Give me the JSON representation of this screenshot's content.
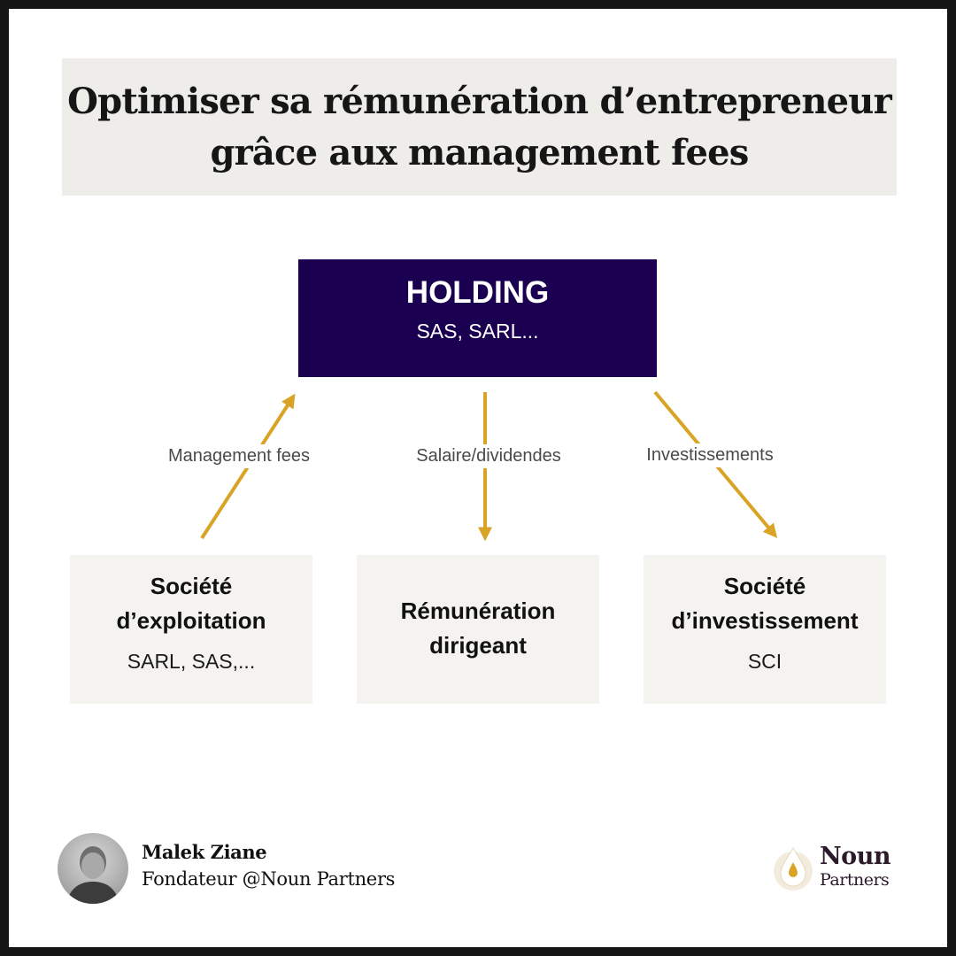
{
  "title": {
    "line1": "Optimiser sa rémunération d’entrepreneur",
    "line2": "grâce aux management fees"
  },
  "holding": {
    "title": "HOLDING",
    "subtitle": "SAS, SARL..."
  },
  "flows": [
    {
      "label": "Management fees",
      "direction": "up"
    },
    {
      "label": "Salaire/dividendes",
      "direction": "down"
    },
    {
      "label": "Investissements",
      "direction": "down"
    }
  ],
  "cards": [
    {
      "title_line1": "Société",
      "title_line2": "d’exploitation",
      "subtitle": "SARL, SAS,..."
    },
    {
      "title_line1": "Rémunération",
      "title_line2": "dirigeant",
      "subtitle": ""
    },
    {
      "title_line1": "Société",
      "title_line2": "d’investissement",
      "subtitle": "SCI"
    }
  ],
  "author": {
    "name": "Malek Ziane",
    "role": "Fondateur @Noun Partners"
  },
  "logo": {
    "name_line1": "Noun",
    "name_line2": "Partners"
  },
  "colors": {
    "holding_bg": "#1b0052",
    "arrow": "#d9a425",
    "title_bg": "#efedea",
    "card_bg": "#f5f3ef"
  }
}
